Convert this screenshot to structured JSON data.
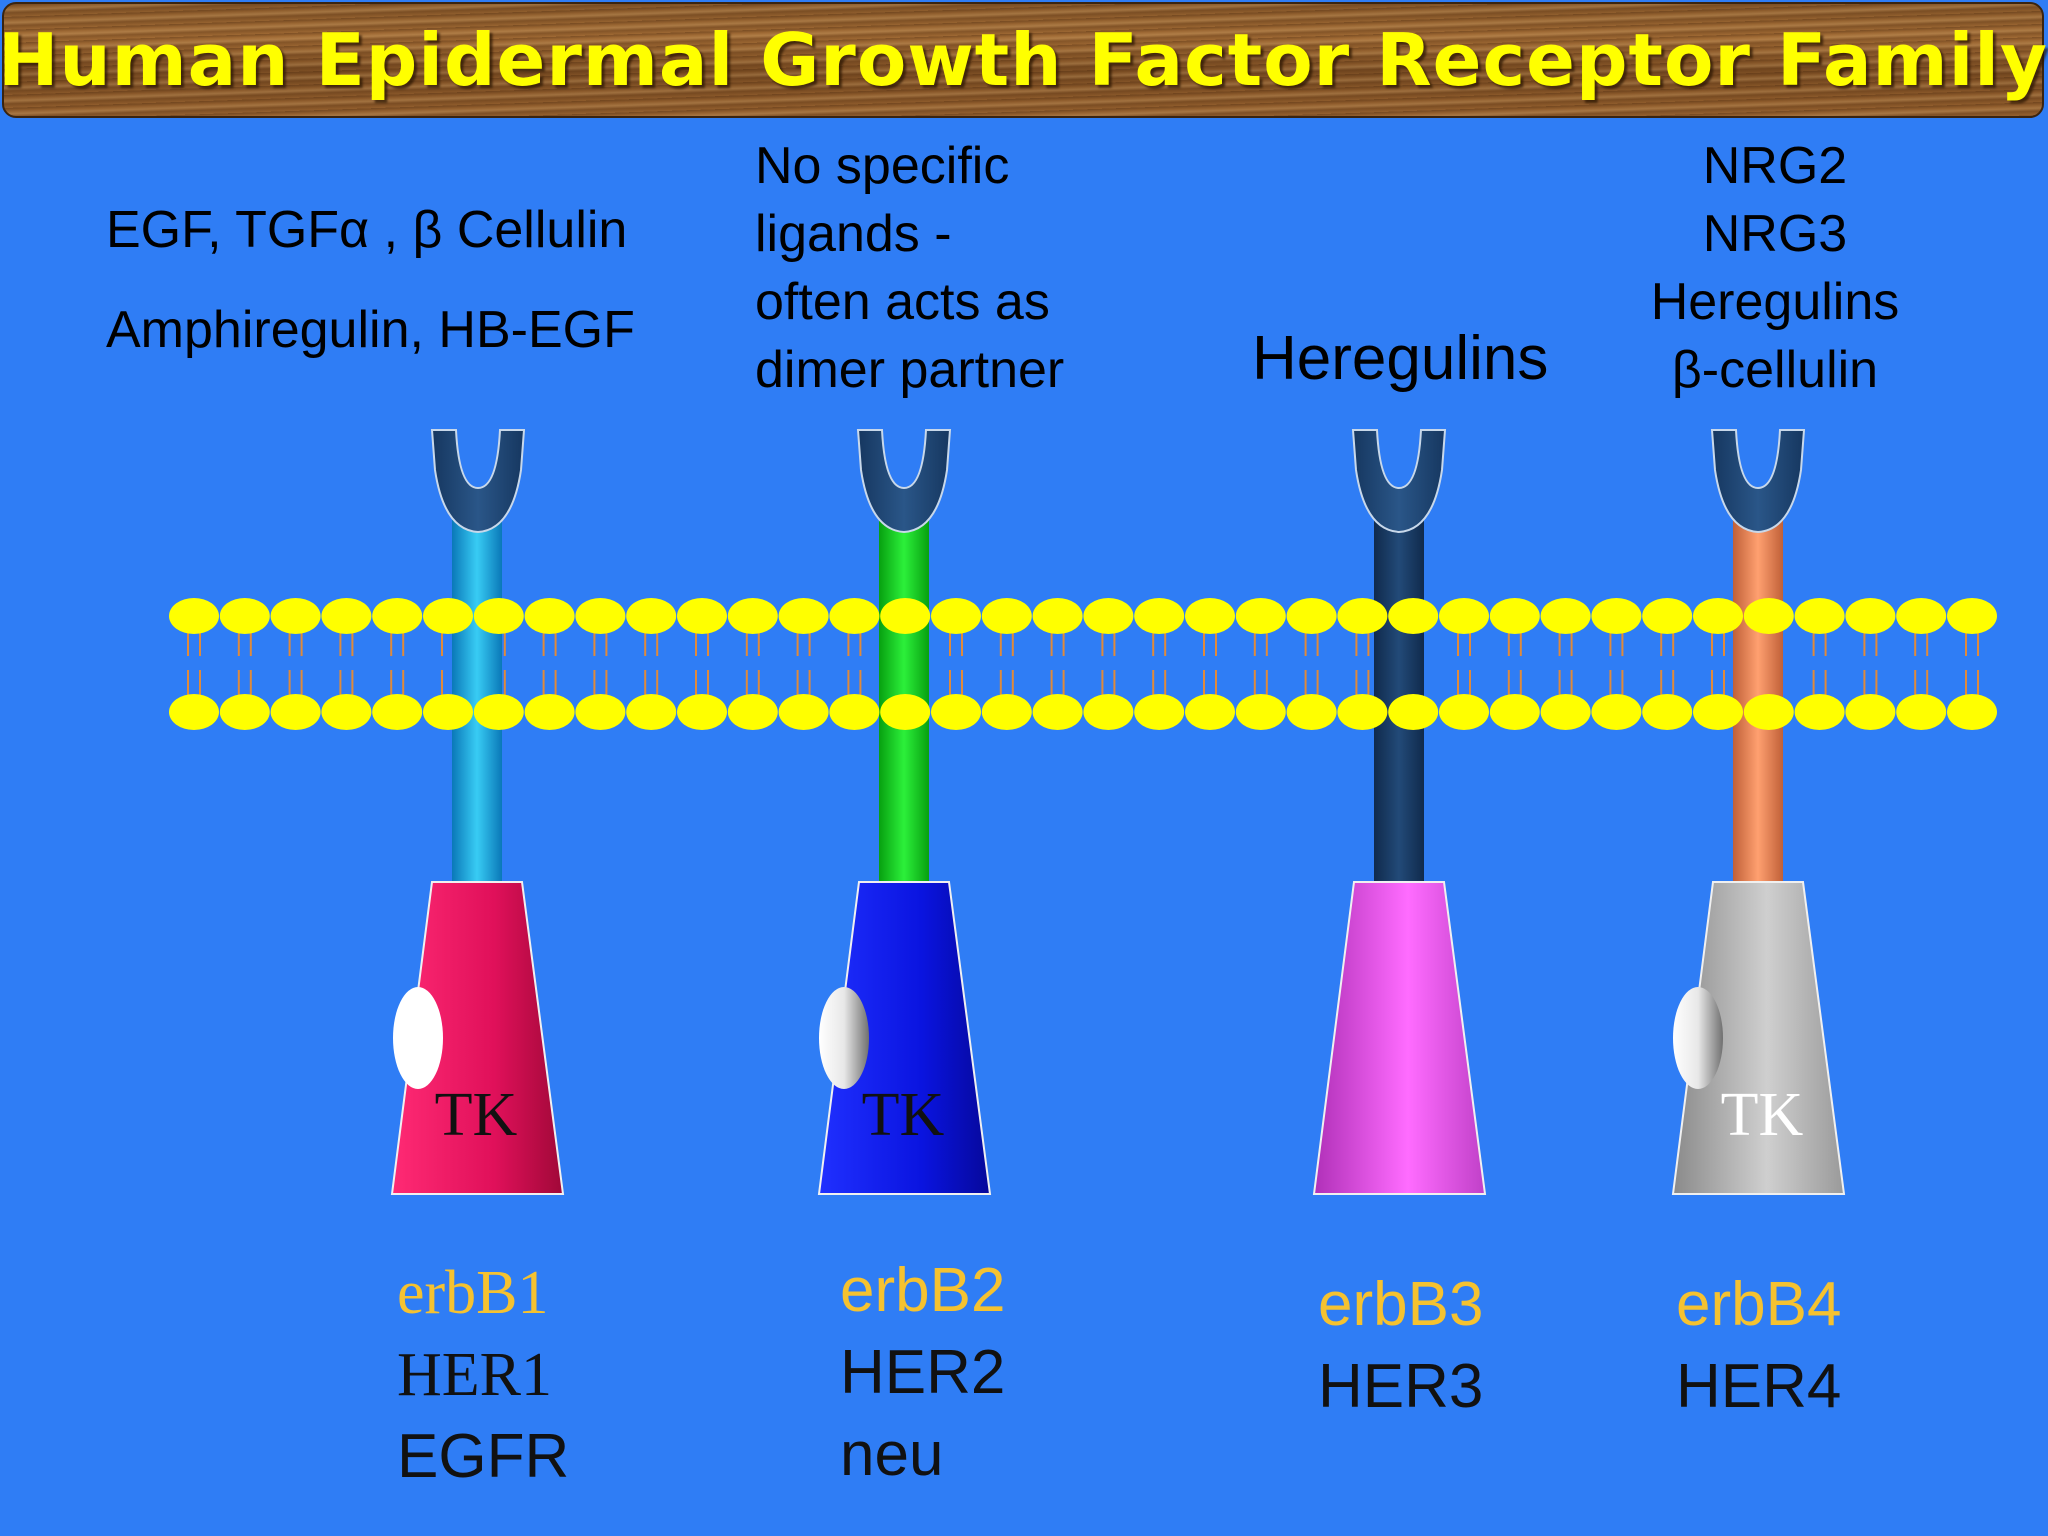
{
  "title": "Human Epidermal Growth Factor Receptor Family",
  "colors": {
    "background": "#2f7df5",
    "title_text": "#ffff00",
    "membrane": "#ffff00",
    "ligand_binding": "#1d4470"
  },
  "receptors": [
    {
      "ligands": [
        "EGF, TGFα , β Cellulin",
        "Amphiregulin, HB-EGF"
      ],
      "names": [
        "erbB1",
        "HER1",
        "EGFR"
      ],
      "kinase_label": "TK",
      "stalk_color": "#1fb0e0",
      "kinase_color": "#e0105a"
    },
    {
      "ligands": [
        "No specific",
        "ligands -",
        "often acts as",
        "dimer partner"
      ],
      "names": [
        "erbB2",
        "HER2",
        "neu"
      ],
      "kinase_label": "TK",
      "stalk_color": "#10d020",
      "kinase_color": "#0a14e0"
    },
    {
      "ligands": [
        "Heregulins"
      ],
      "names": [
        "erbB3",
        "HER3"
      ],
      "kinase_label": "",
      "stalk_color": "#1d3c66",
      "kinase_color": "#f060f0"
    },
    {
      "ligands": [
        "NRG2",
        "NRG3",
        "Heregulins",
        "β-cellulin"
      ],
      "names": [
        "erbB4",
        "HER4"
      ],
      "kinase_label": "TK",
      "stalk_color": "#f08a5a",
      "kinase_color": "#bdbdbd"
    }
  ]
}
